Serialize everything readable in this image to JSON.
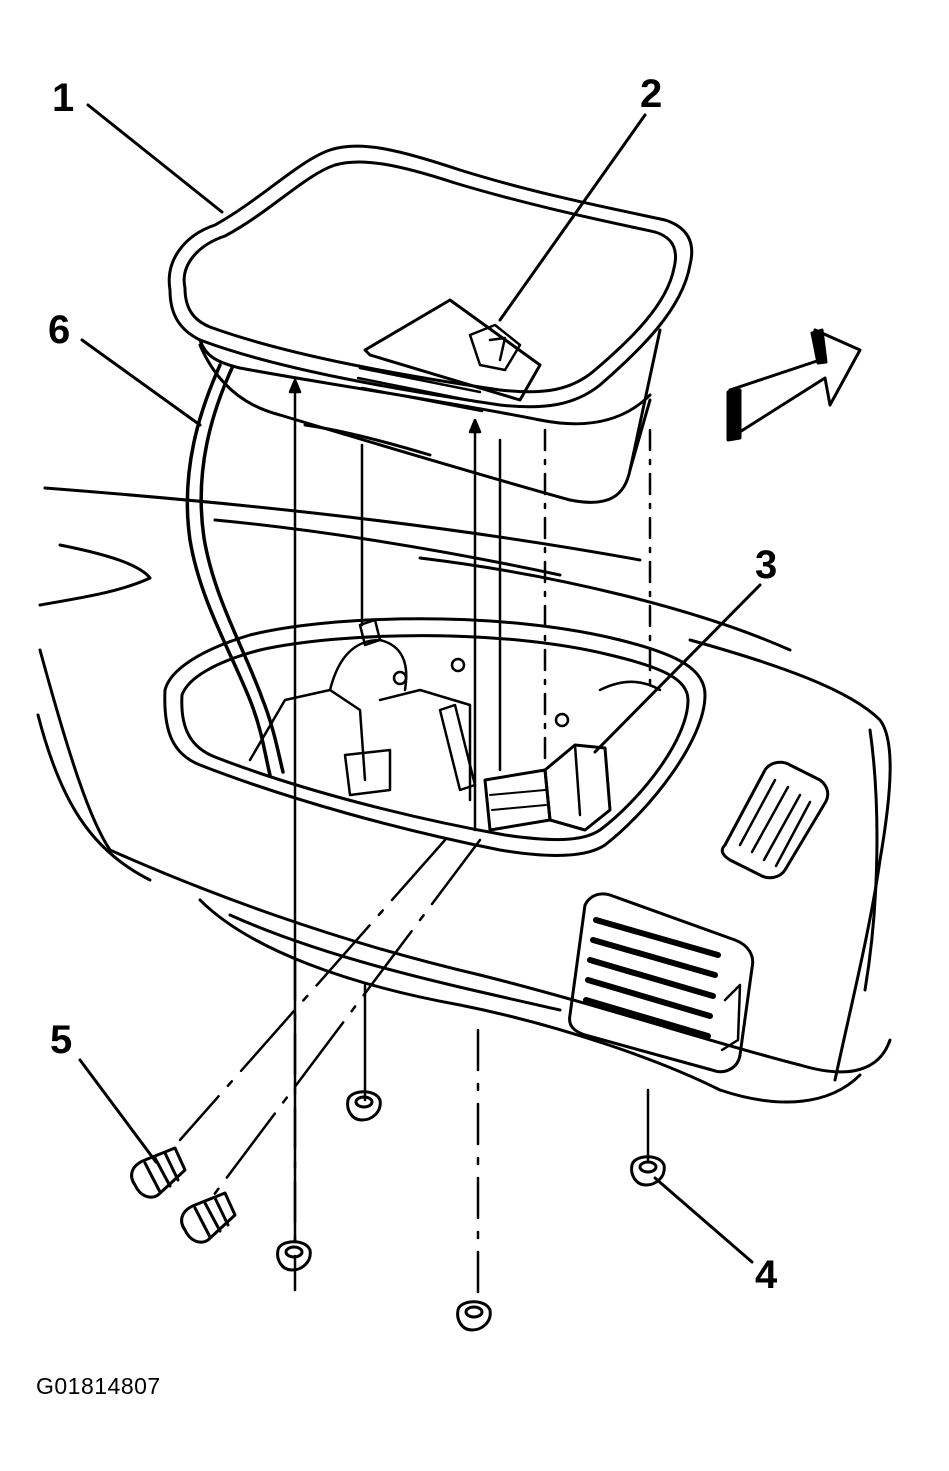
{
  "figure": {
    "id": "G01814807",
    "callouts": [
      "1",
      "2",
      "3",
      "4",
      "5",
      "6"
    ],
    "direction_arrow": "front-direction-arrow",
    "colors": {
      "line": "#000000",
      "background": "#ffffff"
    }
  }
}
